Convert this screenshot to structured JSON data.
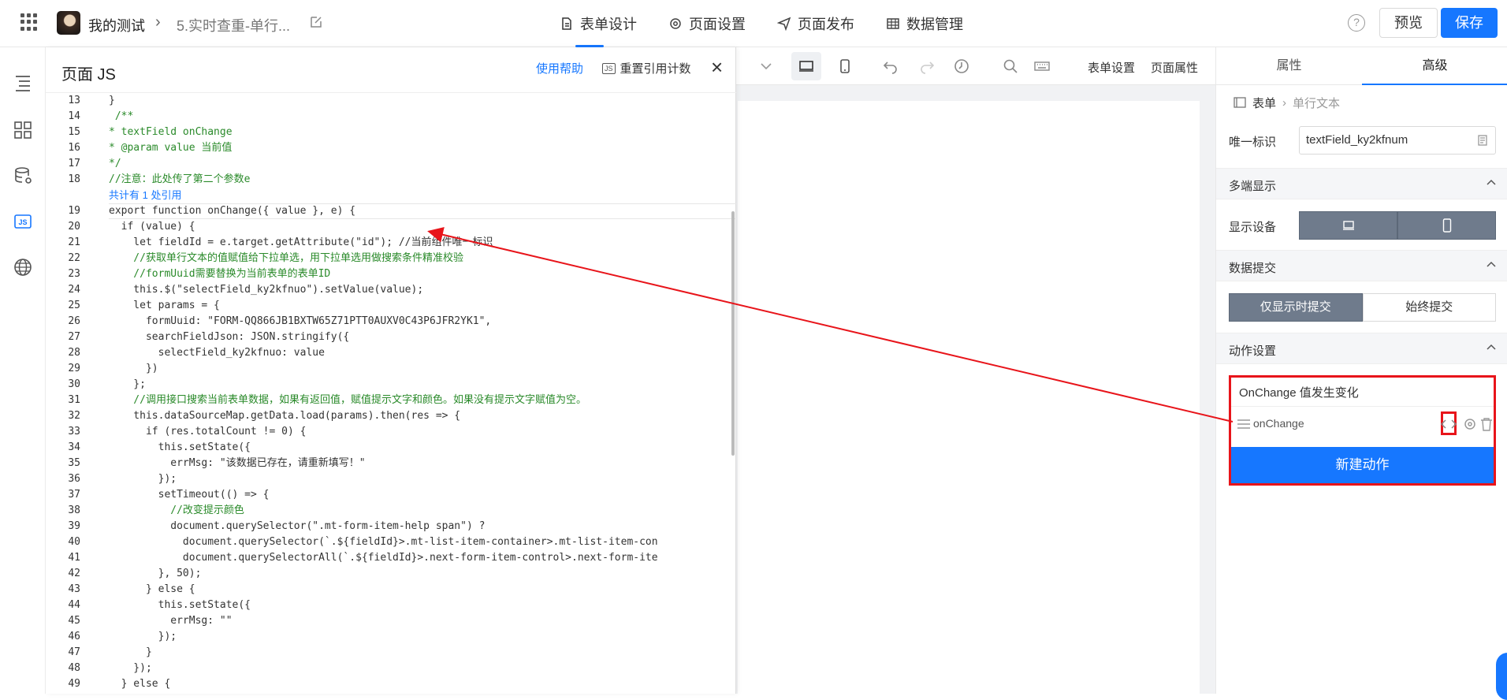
{
  "header": {
    "app_name": "我的测试",
    "page_name": "5.实时查重-单行...",
    "nav": [
      {
        "label": "表单设计",
        "icon": "document-icon"
      },
      {
        "label": "页面设置",
        "icon": "gear-icon"
      },
      {
        "label": "页面发布",
        "icon": "send-icon"
      },
      {
        "label": "数据管理",
        "icon": "table-icon"
      }
    ],
    "help": "?",
    "preview_label": "预览",
    "save_label": "保存"
  },
  "js_panel": {
    "title": "页面 JS",
    "help_label": "使用帮助",
    "reset_tag": "JS",
    "reset_label": "重置引用计数",
    "ref_hint": "共计有 1 处引用",
    "line_numbers": [
      "13",
      "14",
      "15",
      "16",
      "17",
      "18",
      "",
      "19",
      "20",
      "21",
      "22",
      "23",
      "24",
      "25",
      "26",
      "27",
      "28",
      "29",
      "30",
      "31",
      "32",
      "33",
      "34",
      "35",
      "36",
      "37",
      "38",
      "39",
      "40",
      "41",
      "42",
      "43",
      "44",
      "45",
      "46",
      "47",
      "48",
      "49"
    ],
    "lines": [
      "}",
      " /**",
      "* textField onChange",
      "* @param value 当前值",
      "*/",
      "//注意：此处传了第二个参数e",
      "",
      "export function onChange({ value }, e) {",
      "  if (value) {",
      "    let fieldId = e.target.getAttribute(\"id\"); //当前组件唯一标识",
      "    //获取单行文本的值赋值给下拉单选，用下拉单选用做搜索条件精准校验",
      "    //formUuid需要替换为当前表单的表单ID",
      "    this.$(\"selectField_ky2kfnuo\").setValue(value);",
      "    let params = {",
      "      formUuid: \"FORM-QQ866JB1BXTW65Z71PTT0AUXV0C43P6JFR2YK1\",",
      "      searchFieldJson: JSON.stringify({",
      "        selectField_ky2kfnuo: value",
      "      })",
      "    };",
      "    //调用接口搜索当前表单数据，如果有返回值，赋值提示文字和颜色。如果没有提示文字赋值为空。",
      "    this.dataSourceMap.getData.load(params).then(res => {",
      "      if (res.totalCount != 0) {",
      "        this.setState({",
      "          errMsg: \"该数据已存在，请重新填写！\"",
      "        });",
      "        setTimeout(() => {",
      "          //改变提示颜色",
      "          document.querySelector(\".mt-form-item-help span\") ?",
      "            document.querySelector(`.${fieldId}>.mt-list-item-container>.mt-list-item-con",
      "            document.querySelectorAll(`.${fieldId}>.next-form-item-control>.next-form-ite",
      "        }, 50);",
      "      } else {",
      "        this.setState({",
      "          errMsg: \"\"",
      "        });",
      "      }",
      "    });",
      "  } else {"
    ]
  },
  "canvas_toolbar": {
    "form_settings": "表单设置",
    "page_props": "页面属性"
  },
  "right_panel": {
    "tabs": [
      "属性",
      "高级"
    ],
    "breadcrumb_root": "表单",
    "breadcrumb_current": "单行文本",
    "unique_id_label": "唯一标识",
    "unique_id_value": "textField_ky2kfnum",
    "multi_display_section": "多端显示",
    "display_device_label": "显示设备",
    "data_submit_section": "数据提交",
    "submit_options": [
      "仅显示时提交",
      "始终提交"
    ],
    "action_section": "动作设置",
    "action_title": "OnChange 值发生变化",
    "action_name": "onChange",
    "new_action_label": "新建动作"
  },
  "colors": {
    "primary": "#1677ff",
    "highlight_red": "#e8141a",
    "segment_gray": "#6f7b8c"
  }
}
